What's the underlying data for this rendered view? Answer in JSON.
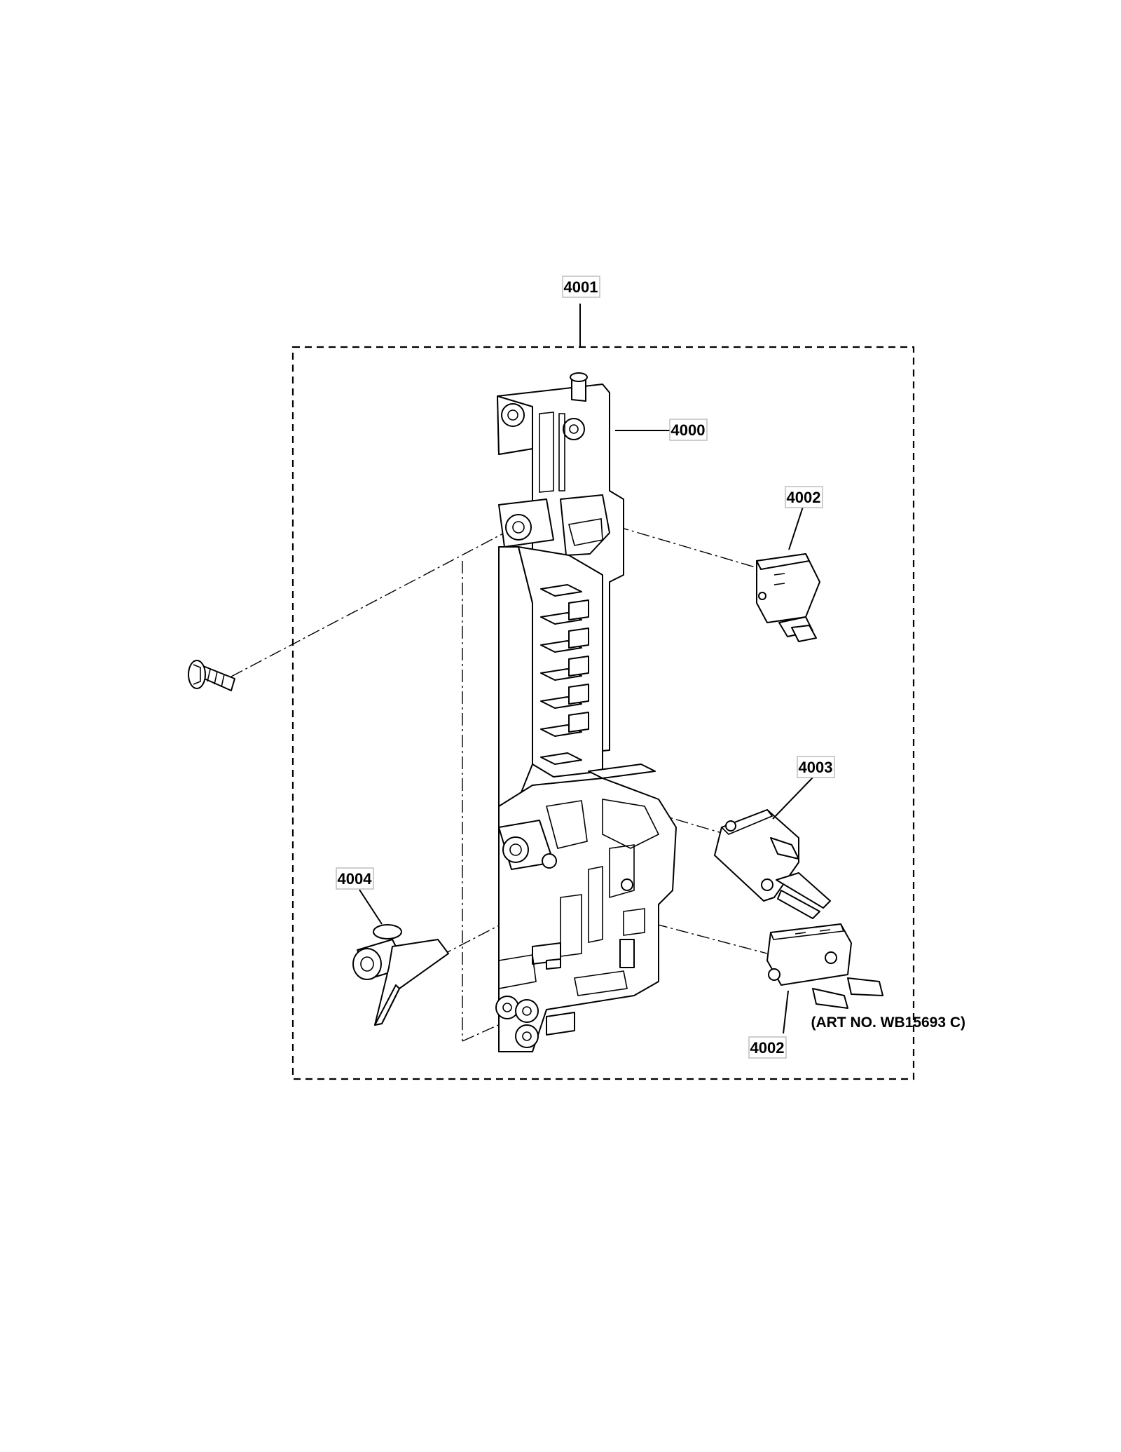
{
  "callouts": {
    "assembly": "4001",
    "frame": "4000",
    "switch_top": "4002",
    "switch_mid": "4003",
    "switch_bottom": "4002",
    "lever": "4004"
  },
  "art_number": "(ART NO. WB15693 C)",
  "colors": {
    "ink": "#000000",
    "background": "#ffffff",
    "label_box": "#bdbdbd"
  }
}
